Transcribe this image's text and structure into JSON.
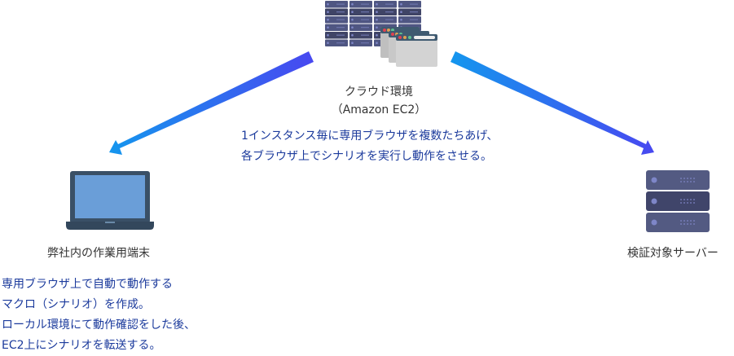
{
  "cloud": {
    "label_line1": "クラウド環境",
    "label_line2": "（Amazon EC2）",
    "description_lines": [
      "1インスタンス毎に専用ブラウザを複数たちあげ、",
      "各ブラウザ上でシナリオを実行し動作をさせる。"
    ]
  },
  "local": {
    "label": "弊社内の作業用端末",
    "description_lines": [
      "専用ブラウザ上で自動で動作する",
      "マクロ（シナリオ）を作成。",
      "ローカル環境にて動作確認をした後、",
      "EC2上にシナリオを転送する。"
    ]
  },
  "server": {
    "label": "検証対象サーバー"
  },
  "colors": {
    "arrow_start": "#1496ee",
    "arrow_end": "#4848f0",
    "text_blue": "#1b3a9c",
    "rack": "#4f5682",
    "laptop_frame": "#3a5066",
    "laptop_screen": "#6a9ed8"
  }
}
